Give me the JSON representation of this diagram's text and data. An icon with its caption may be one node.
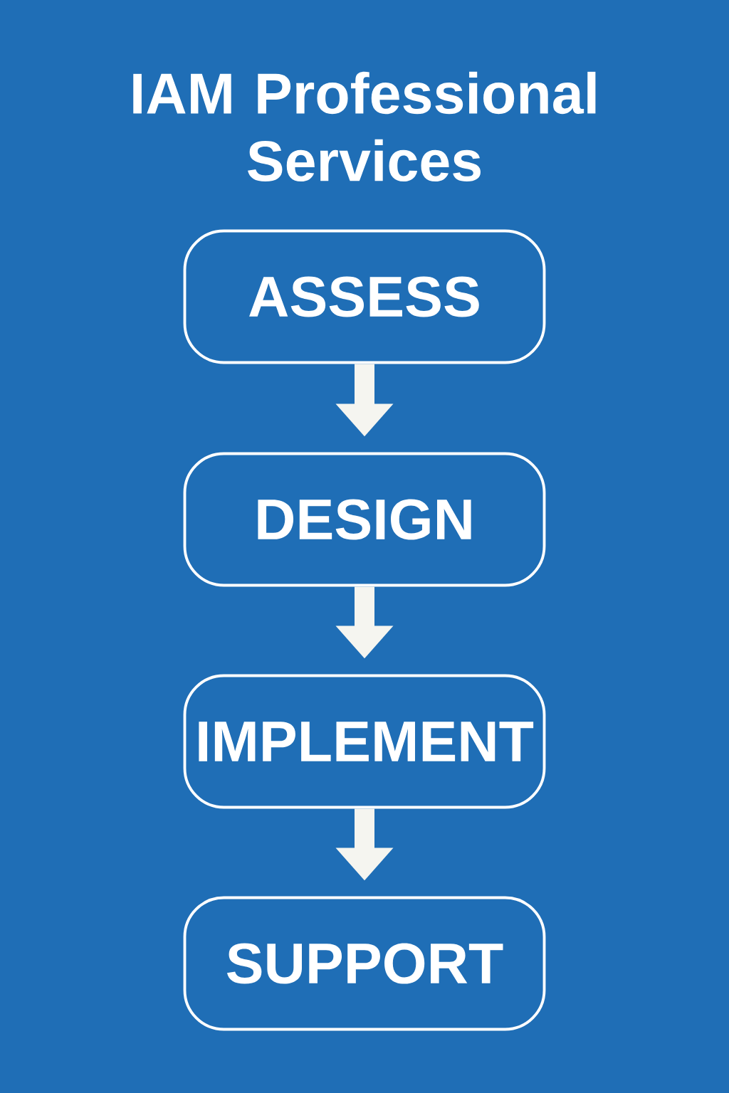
{
  "diagram": {
    "title": "IAM Professional Services",
    "nodes": [
      {
        "text": [
          "ASSESS"
        ]
      },
      {
        "text": [
          "DESIGN"
        ]
      },
      {
        "text": [
          "IMPLEMENT"
        ]
      },
      {
        "text": [
          "SUPPORT"
        ]
      }
    ],
    "edges": [
      {
        "from": 0,
        "to": 1,
        "arrow": "to"
      },
      {
        "from": 1,
        "to": 2,
        "arrow": "to"
      },
      {
        "from": 2,
        "to": 3,
        "arrow": "to"
      }
    ]
  }
}
